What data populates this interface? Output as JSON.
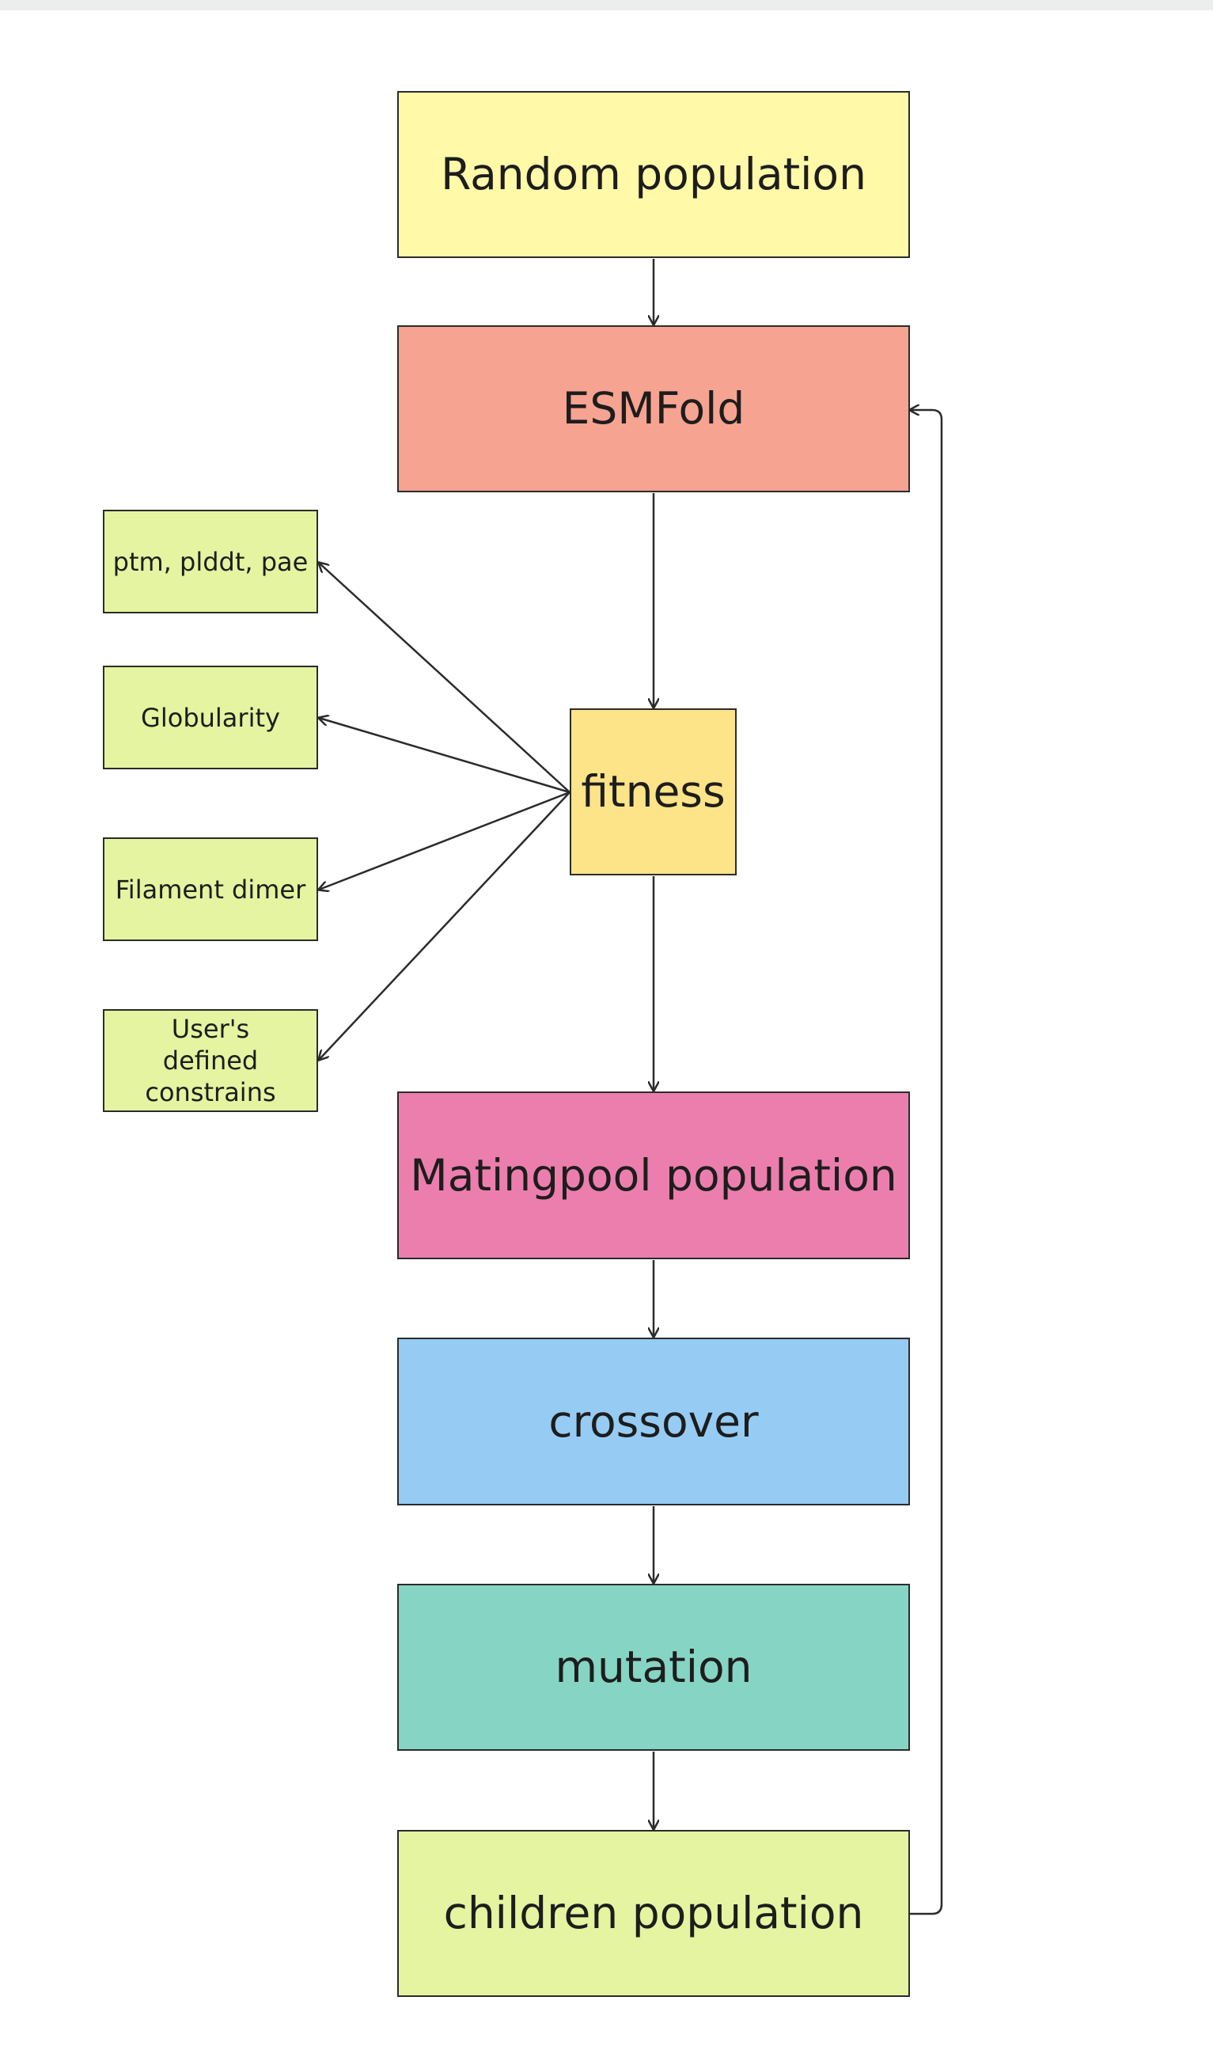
{
  "diagram": {
    "main_nodes": [
      {
        "id": "random-population",
        "label": "Random population",
        "color": "#fff9a8"
      },
      {
        "id": "esmfold",
        "label": "ESMFold",
        "color": "#f7a391"
      },
      {
        "id": "fitness",
        "label": "fitness",
        "color": "#fde488"
      },
      {
        "id": "matingpool-population",
        "label": "Matingpool population",
        "color": "#ec7eae"
      },
      {
        "id": "crossover",
        "label": "crossover",
        "color": "#96ccf4"
      },
      {
        "id": "mutation",
        "label": "mutation",
        "color": "#86d4c4"
      },
      {
        "id": "children-population",
        "label": "children population",
        "color": "#e4f4a0"
      }
    ],
    "side_nodes": [
      {
        "id": "ptm-plddt-pae",
        "label": "ptm, plddt, pae",
        "color": "#e4f4a0"
      },
      {
        "id": "globularity",
        "label": "Globularity",
        "color": "#e4f4a0"
      },
      {
        "id": "filament-dimer",
        "label": "Filament dimer",
        "color": "#e4f4a0"
      },
      {
        "id": "users-defined-constrains",
        "label": "User's defined constrains",
        "color": "#e4f4a0"
      }
    ],
    "edges": [
      {
        "from": "random-population",
        "to": "esmfold"
      },
      {
        "from": "esmfold",
        "to": "fitness"
      },
      {
        "from": "fitness",
        "to": "matingpool-population"
      },
      {
        "from": "matingpool-population",
        "to": "crossover"
      },
      {
        "from": "crossover",
        "to": "mutation"
      },
      {
        "from": "mutation",
        "to": "children-population"
      },
      {
        "from": "children-population",
        "to": "esmfold"
      },
      {
        "from": "fitness",
        "to": "ptm-plddt-pae"
      },
      {
        "from": "fitness",
        "to": "globularity"
      },
      {
        "from": "fitness",
        "to": "filament-dimer"
      },
      {
        "from": "fitness",
        "to": "users-defined-constrains"
      }
    ],
    "edge_color": "#2b2b2b"
  }
}
